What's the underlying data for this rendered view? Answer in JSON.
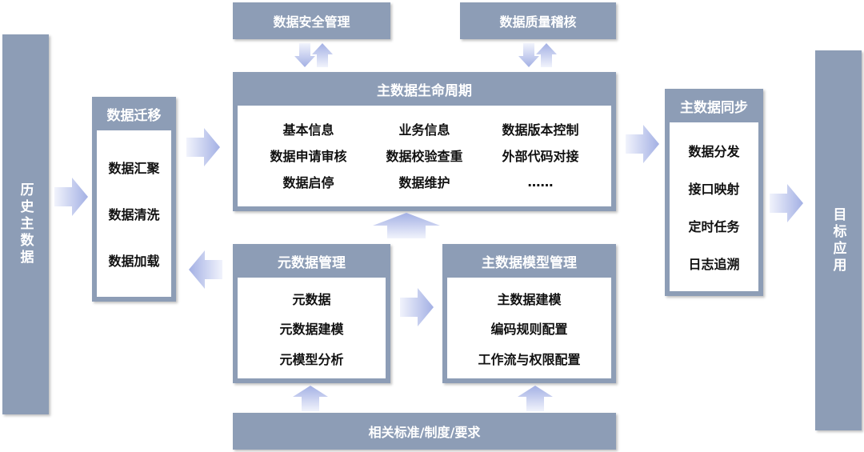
{
  "left_source": "历史主数据",
  "right_target": "目标应用",
  "top": {
    "security": "数据安全管理",
    "quality": "数据质量稽核"
  },
  "migration": {
    "title": "数据迁移",
    "items": [
      "数据汇聚",
      "数据清洗",
      "数据加载"
    ]
  },
  "lifecycle": {
    "title": "主数据生命周期",
    "items": [
      "基本信息",
      "业务信息",
      "数据版本控制",
      "数据申请审核",
      "数据校验查重",
      "外部代码对接",
      "数据启停",
      "数据维护",
      "……"
    ]
  },
  "sync": {
    "title": "主数据同步",
    "items": [
      "数据分发",
      "接口映射",
      "定时任务",
      "日志追溯"
    ]
  },
  "metadata": {
    "title": "元数据管理",
    "items": [
      "元数据",
      "元数据建模",
      "元模型分析"
    ]
  },
  "model": {
    "title": "主数据模型管理",
    "items": [
      "主数据建模",
      "编码规则配置",
      "工作流与权限配置"
    ]
  },
  "bottom": "相关标准/制度/要求",
  "colors": {
    "box": "#8d9db6",
    "arrow_fill_light": "#eef1fb",
    "arrow_fill_dark": "#a7b3e6"
  }
}
